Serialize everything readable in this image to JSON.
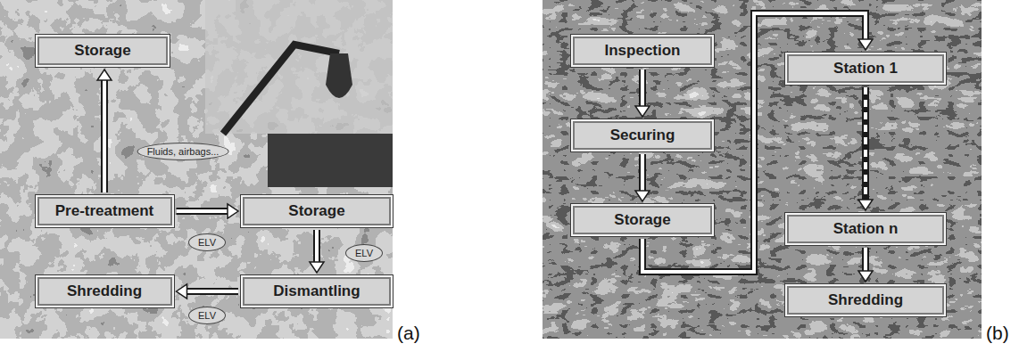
{
  "diagram": {
    "nodes": [
      {
        "text": [
          "Storage"
        ]
      },
      {
        "text": [
          "Pre-treatment"
        ]
      },
      {
        "text": [
          "Storage"
        ]
      },
      {
        "text": [
          "Shredding"
        ]
      },
      {
        "text": [
          "Dismantling"
        ]
      },
      {
        "text": [
          "Inspection"
        ]
      },
      {
        "text": [
          "Station 1"
        ]
      },
      {
        "text": [
          "Securing"
        ]
      },
      {
        "text": [
          "Storage"
        ]
      },
      {
        "text": [
          "Station n"
        ]
      },
      {
        "text": [
          "Shredding"
        ]
      }
    ],
    "edges": [
      {
        "from": 1,
        "to": 0,
        "arrow": "to",
        "label": "Fluids, airbags..."
      },
      {
        "from": 1,
        "to": 2,
        "arrow": "to",
        "label": "ELV"
      },
      {
        "from": 2,
        "to": 4,
        "arrow": "to",
        "label": "ELV"
      },
      {
        "from": 4,
        "to": 3,
        "arrow": "to",
        "label": "ELV"
      },
      {
        "from": 5,
        "to": 7,
        "arrow": "to"
      },
      {
        "from": 7,
        "to": 8,
        "arrow": "to"
      },
      {
        "from": 8,
        "to": 6,
        "arrow": "to"
      },
      {
        "from": 6,
        "to": 9,
        "arrow": "to"
      },
      {
        "from": 9,
        "to": 10,
        "arrow": "to"
      }
    ],
    "labels": [
      "(a)",
      "(b)"
    ]
  }
}
